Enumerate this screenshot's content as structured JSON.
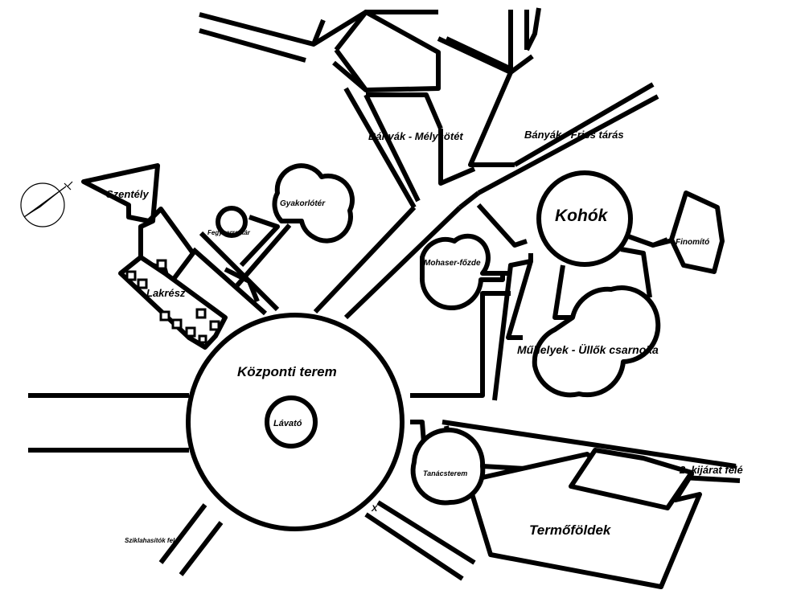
{
  "labels": {
    "kozponti_terem": "Központi terem",
    "lavato": "Lávató",
    "kohok": "Kohók",
    "finomito": "Finomító",
    "mohaser_fozde": "Mohaser-főzde",
    "muhelyek": "Műhelyek - Üllők csarnoka",
    "banyak_melysotet": "Bányák - Mélysötét",
    "banyak_friss": "Bányák - Friss tárás",
    "szentely": "Szentély",
    "gyakorloter": "Gyakorlótér",
    "fegyverraktar": "Fegyverraktár",
    "lakresz": "Lakrész",
    "tanacsterem": "Tanácsterem",
    "termofoldek": "Termőföldek",
    "kijarat": "2. kijárat felé",
    "sziklahasitok": "Sziklahasítók felé",
    "exit_mark": "X"
  },
  "compass": {
    "icon": "compass-rose-icon",
    "heading": "north-east"
  },
  "colors": {
    "ink": "#000000",
    "paper": "#ffffff"
  }
}
